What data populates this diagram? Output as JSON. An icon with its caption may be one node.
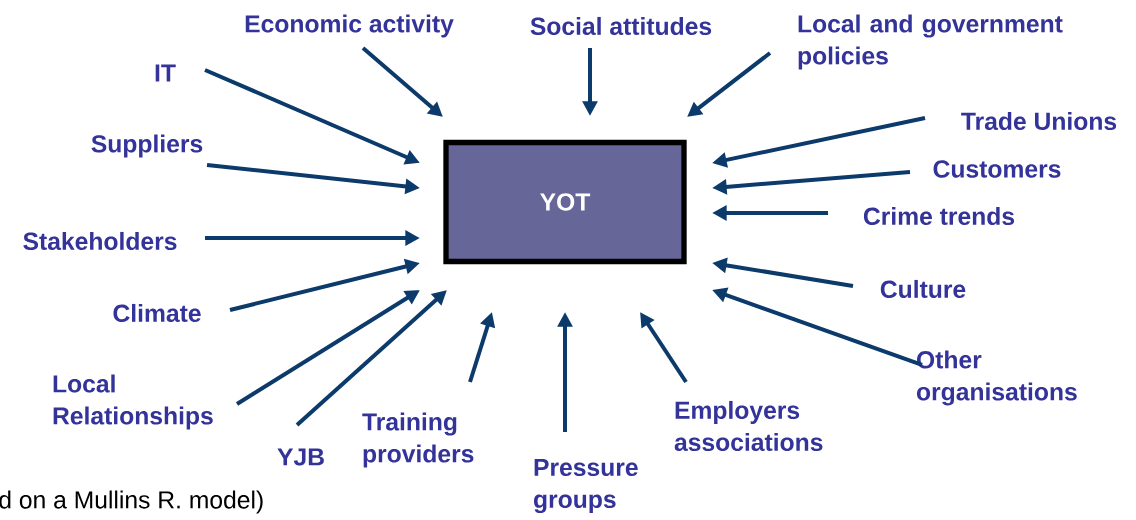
{
  "diagram": {
    "nodes": [
      {
        "text": [
          "YOT"
        ]
      },
      {
        "text": [
          "Economic activity"
        ]
      },
      {
        "text": [
          "Social attitudes"
        ]
      },
      {
        "text": [
          "Local and government policies"
        ]
      },
      {
        "text": [
          "IT"
        ]
      },
      {
        "text": [
          "Suppliers"
        ]
      },
      {
        "text": [
          "Trade Unions"
        ]
      },
      {
        "text": [
          "Customers"
        ]
      },
      {
        "text": [
          "Crime trends"
        ]
      },
      {
        "text": [
          "Stakeholders"
        ]
      },
      {
        "text": [
          "Culture"
        ]
      },
      {
        "text": [
          "Climate"
        ]
      },
      {
        "text": [
          "Other organisations"
        ]
      },
      {
        "text": [
          "Local Relationships"
        ]
      },
      {
        "text": [
          "YJB"
        ]
      },
      {
        "text": [
          "Training providers"
        ]
      },
      {
        "text": [
          "Pressure groups"
        ]
      },
      {
        "text": [
          "Employers associations"
        ]
      }
    ],
    "edges": [
      {
        "from": 1,
        "to": 0,
        "arrow": "to"
      },
      {
        "from": 2,
        "to": 0,
        "arrow": "to"
      },
      {
        "from": 3,
        "to": 0,
        "arrow": "to"
      },
      {
        "from": 4,
        "to": 0,
        "arrow": "to"
      },
      {
        "from": 5,
        "to": 0,
        "arrow": "to"
      },
      {
        "from": 6,
        "to": 0,
        "arrow": "to"
      },
      {
        "from": 7,
        "to": 0,
        "arrow": "to"
      },
      {
        "from": 8,
        "to": 0,
        "arrow": "to"
      },
      {
        "from": 9,
        "to": 0,
        "arrow": "to"
      },
      {
        "from": 10,
        "to": 0,
        "arrow": "to"
      },
      {
        "from": 11,
        "to": 0,
        "arrow": "to"
      },
      {
        "from": 12,
        "to": 0,
        "arrow": "to"
      },
      {
        "from": 13,
        "to": 0,
        "arrow": "to"
      },
      {
        "from": 14,
        "to": 0,
        "arrow": "to"
      },
      {
        "from": 15,
        "to": 0,
        "arrow": "to"
      },
      {
        "from": 16,
        "to": 0,
        "arrow": "to"
      },
      {
        "from": 17,
        "to": 0,
        "arrow": "to"
      }
    ],
    "labels": [
      "d on a Mullins R. model)"
    ]
  }
}
